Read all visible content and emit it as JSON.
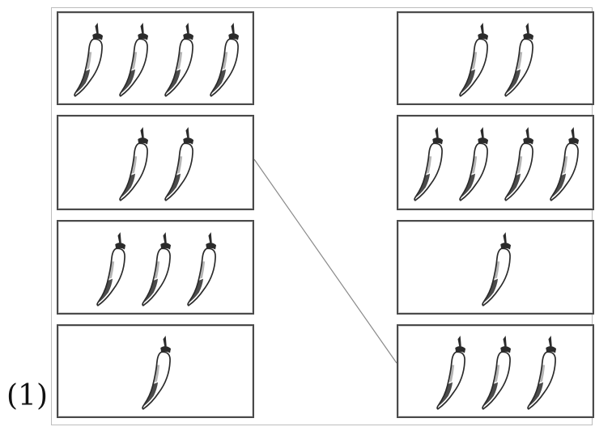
{
  "exercise": {
    "label": "(1)",
    "left_column": [
      {
        "count": 4
      },
      {
        "count": 2
      },
      {
        "count": 3
      },
      {
        "count": 1
      }
    ],
    "right_column": [
      {
        "count": 2
      },
      {
        "count": 4
      },
      {
        "count": 1
      },
      {
        "count": 3
      }
    ],
    "connections": [
      {
        "from": "left-2",
        "to": "right-4"
      }
    ],
    "colors": {
      "ink": "#2b2b2b",
      "line": "#8a8a8a",
      "border": "#4a4a4a"
    },
    "icon": "chili-pepper-icon"
  }
}
